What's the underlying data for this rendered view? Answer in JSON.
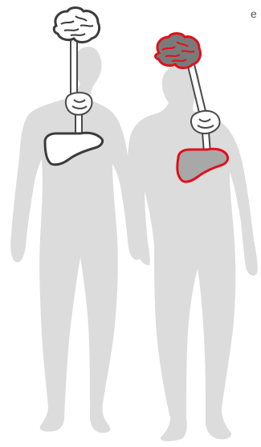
{
  "corner_label": "e",
  "colors": {
    "body_fill": "#dcdcdc",
    "organ_outline_healthy": "#3c3c3c",
    "organ_fill_healthy_brain": "#ffffff",
    "organ_fill_healthy_liver": "#ffffff",
    "organ_outline_unhealthy": "#e0101a",
    "organ_fill_unhealthy_brain": "#7a7a7a",
    "organ_fill_unhealthy_liver": "#a8a8a8",
    "nerve_fill": "#ffffff",
    "nerve_outline": "#4a4a4a"
  },
  "figures": [
    {
      "id": "healthy",
      "organ_state": "normal"
    },
    {
      "id": "unhealthy",
      "organ_state": "highlighted"
    }
  ]
}
